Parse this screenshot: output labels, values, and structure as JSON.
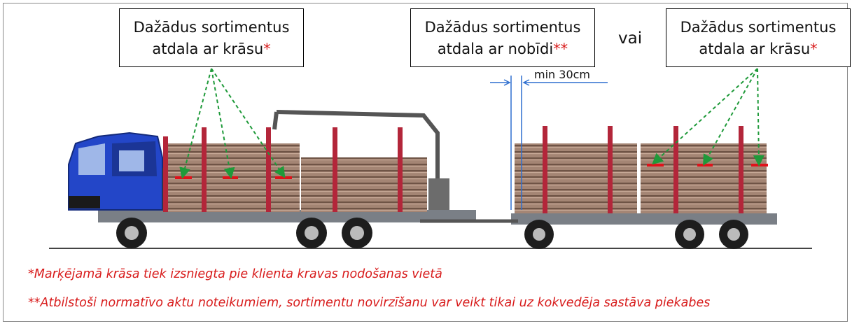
{
  "callouts": [
    {
      "line1": "Dažādus sortimentus",
      "line2": "atdala ar krāsu",
      "mark": "*"
    },
    {
      "line1": "Dažādus sortimentus",
      "line2": "atdala ar nobīdi",
      "mark": "**"
    },
    {
      "line1": "Dažādus sortimentus",
      "line2": "atdala ar krāsu",
      "mark": "*"
    }
  ],
  "or_label": "vai",
  "gap_label": "min 30cm",
  "notes": {
    "note1": "*Marķējamā krāsa tiek izsniegta pie klienta kravas nodošanas vietā",
    "note2": "**Atbilstoši normatīvo aktu noteikumiem, sortimentu novirzīšanu var veikt tikai uz kokvedēja sastāva piekabes"
  },
  "colors": {
    "accent_red": "#d81b1b",
    "arrow_green": "#1f9a3a",
    "cab_blue": "#2346c8",
    "stake_red": "#b3263a",
    "log_brown": "#9c7c6b",
    "dimension_blue": "#2f6fcf"
  }
}
